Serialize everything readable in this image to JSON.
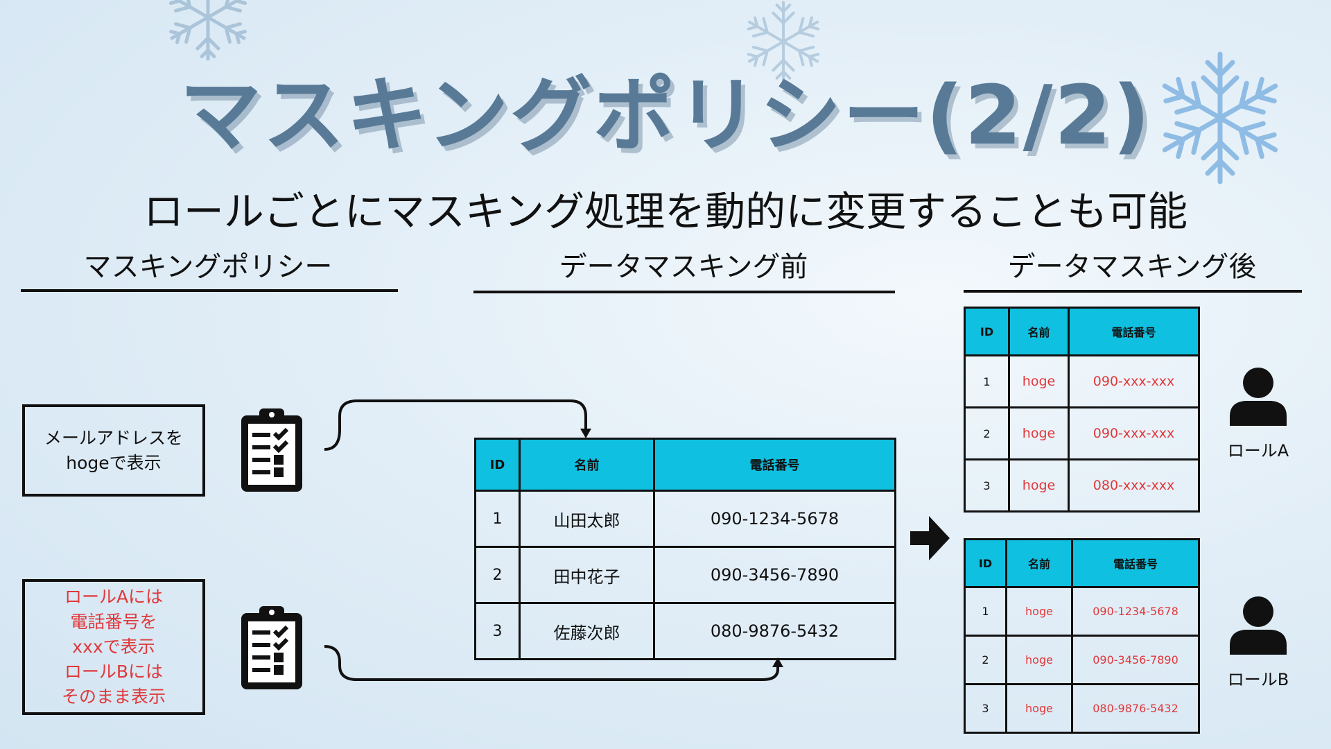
{
  "title": "マスキングポリシー(2/2)",
  "subtitle": "ロールごとにマスキング処理を動的に変更することも可能",
  "sections": {
    "policy": "マスキングポリシー",
    "before": "データマスキング前",
    "after": "データマスキング後"
  },
  "policies": [
    {
      "lines": [
        "メールアドレスを",
        "hogeで表示"
      ],
      "color": "#111111"
    },
    {
      "lines": [
        "ロールAには",
        "電話番号を",
        "xxxで表示",
        "ロールBには",
        "そのまま表示"
      ],
      "color": "#e0383a"
    }
  ],
  "colors": {
    "title": "#587a96",
    "header": "#0fc0e0",
    "masked_text": "#e0383a"
  },
  "before_table": {
    "headers": [
      "ID",
      "名前",
      "電話番号"
    ],
    "rows": [
      [
        "1",
        "山田太郎",
        "090-1234-5678"
      ],
      [
        "2",
        "田中花子",
        "090-3456-7890"
      ],
      [
        "3",
        "佐藤次郎",
        "080-9876-5432"
      ]
    ]
  },
  "after_tables": [
    {
      "role": "ロールA",
      "headers": [
        "ID",
        "名前",
        "電話番号"
      ],
      "rows": [
        [
          "1",
          "hoge",
          "090-xxx-xxx"
        ],
        [
          "2",
          "hoge",
          "090-xxx-xxx"
        ],
        [
          "3",
          "hoge",
          "080-xxx-xxx"
        ]
      ]
    },
    {
      "role": "ロールB",
      "headers": [
        "ID",
        "名前",
        "電話番号"
      ],
      "rows": [
        [
          "1",
          "hoge",
          "090-1234-5678"
        ],
        [
          "2",
          "hoge",
          "090-3456-7890"
        ],
        [
          "3",
          "hoge",
          "080-9876-5432"
        ]
      ]
    }
  ],
  "icons": [
    "snowflake-icon",
    "clipboard-checklist-icon",
    "arrow-right-icon",
    "user-icon"
  ]
}
